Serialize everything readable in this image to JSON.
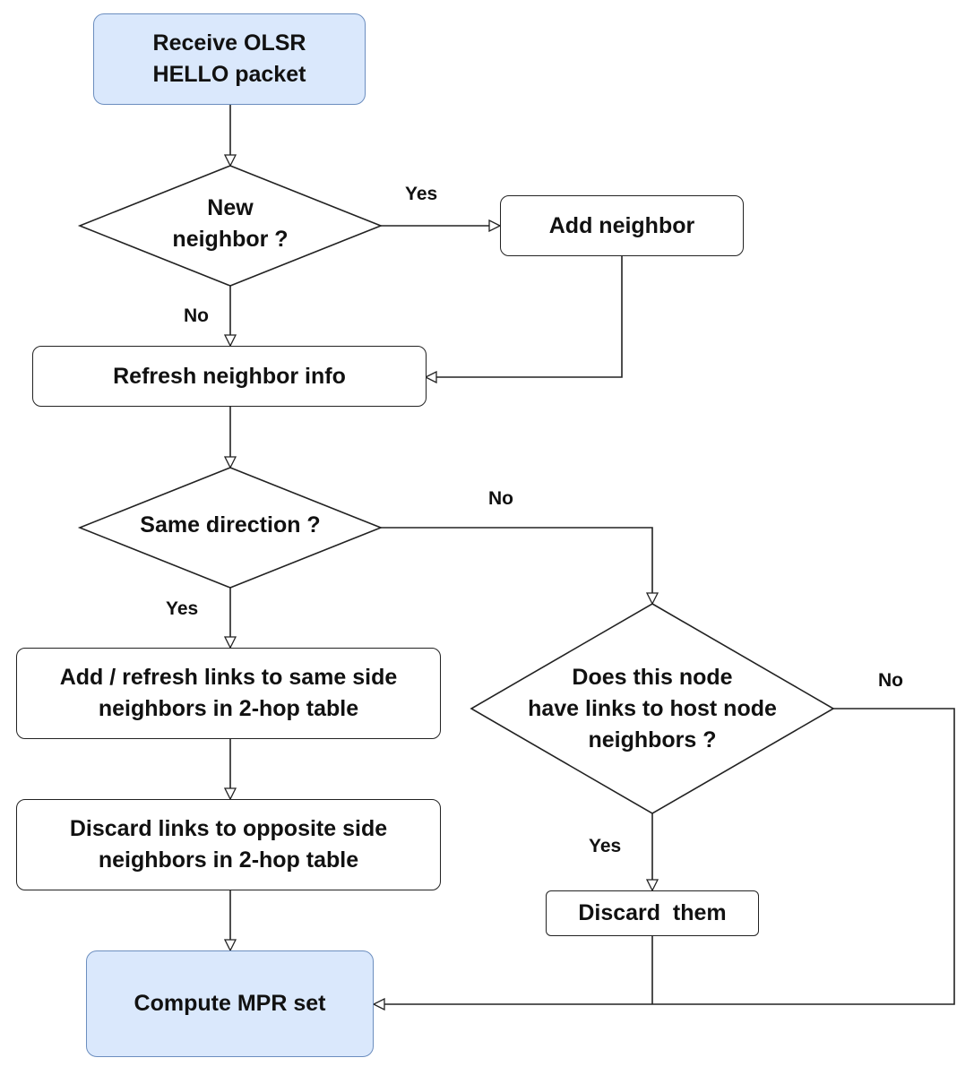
{
  "nodes": {
    "receive": "Receive OLSR\nHELLO packet",
    "new_neighbor": "New\nneighbor ?",
    "add_neighbor": "Add neighbor",
    "refresh": "Refresh neighbor info",
    "same_direction": "Same direction ?",
    "add_refresh_links": "Add / refresh links to same side\nneighbors in 2-hop table",
    "discard_links": "Discard links to opposite side\nneighbors in 2-hop table",
    "does_node_have_links": "Does this node\nhave links to host node\nneighbors ?",
    "discard_them": "Discard  them",
    "compute_mpr": "Compute MPR set"
  },
  "edge_labels": {
    "new_yes": "Yes",
    "new_no": "No",
    "same_no": "No",
    "same_yes": "Yes",
    "links_no": "No",
    "links_yes": "Yes"
  },
  "colors": {
    "terminal_fill": "#dae8fc",
    "terminal_stroke": "#6c8ebf",
    "stroke": "#222222"
  }
}
